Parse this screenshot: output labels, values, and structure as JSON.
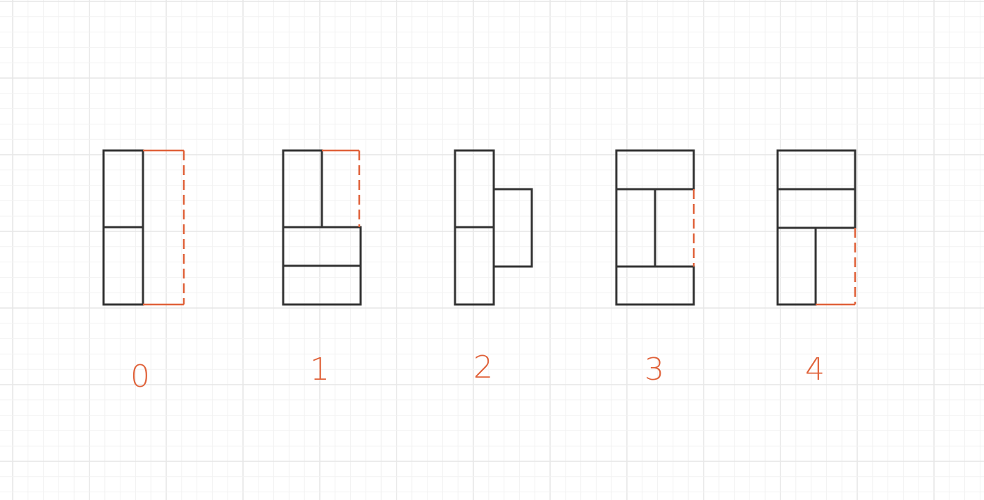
{
  "colors": {
    "background": "#ffffff",
    "grid_minor": "#f2f2f2",
    "grid_major": "#e6e6e6",
    "block_stroke": "#333333",
    "highlight": "#e0623a"
  },
  "figures": [
    {
      "id": "figure-0",
      "label": "0"
    },
    {
      "id": "figure-1",
      "label": "1"
    },
    {
      "id": "figure-2",
      "label": "2"
    },
    {
      "id": "figure-3",
      "label": "3"
    },
    {
      "id": "figure-4",
      "label": "4"
    }
  ]
}
